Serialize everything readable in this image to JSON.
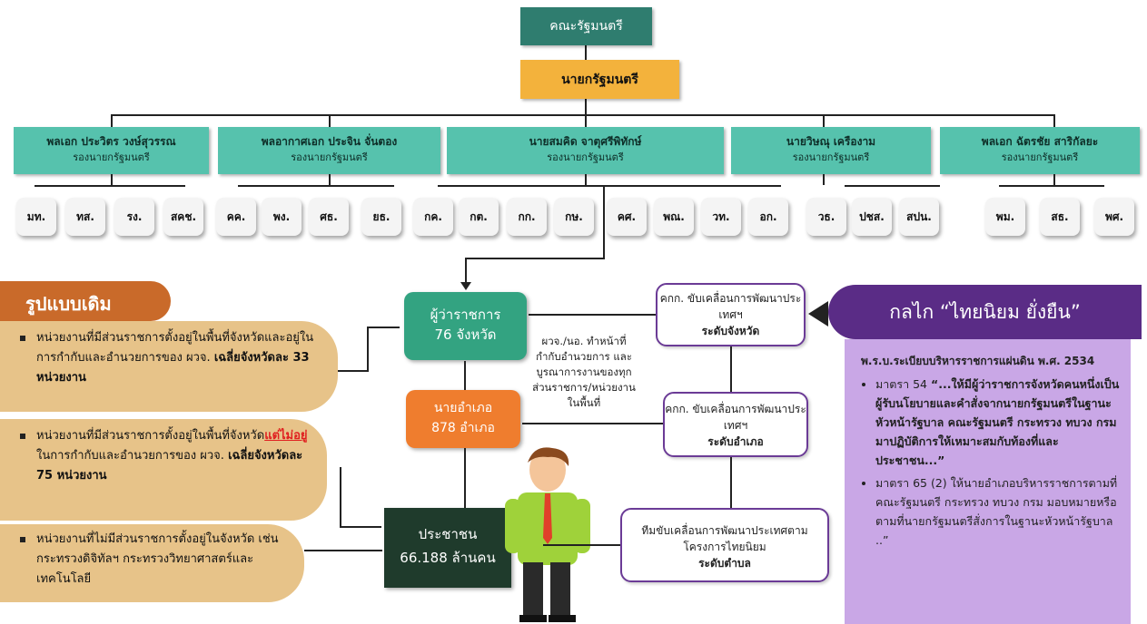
{
  "cabinet": "คณะรัฐมนตรี",
  "prime_minister": "นายกรัฐมนตรี",
  "deputies": [
    {
      "name": "พลเอก ประวิตร วงษ์สุวรรณ",
      "role": "รองนายกรัฐมนตรี"
    },
    {
      "name": "พลอากาศเอก ประจิน จั่นตอง",
      "role": "รองนายกรัฐมนตรี"
    },
    {
      "name": "นายสมคิด จาตุศรีพิทักษ์",
      "role": "รองนายกรัฐมนตรี"
    },
    {
      "name": "นายวิษณุ เครืองาม",
      "role": "รองนายกรัฐมนตรี"
    },
    {
      "name": "พลเอก ฉัตรชัย สาริกัลยะ",
      "role": "รองนายกรัฐมนตรี"
    }
  ],
  "ministries": [
    "มท.",
    "ทส.",
    "รง.",
    "สคช.",
    "คค.",
    "พง.",
    "ศธ.",
    "ยธ.",
    "กค.",
    "กต.",
    "กก.",
    "กษ.",
    "คศ.",
    "พณ.",
    "วท.",
    "อก.",
    "วธ.",
    "ปชส.",
    "สปน.",
    "พม.",
    "สธ.",
    "พศ."
  ],
  "old_model": {
    "title": "รูปแบบเดิม",
    "item1": "หน่วยงานที่มีส่วนราชการตั้งอยู่ในพื้นที่จังหวัดและอยู่ในการกำกับและอำนวยการของ ผวจ.",
    "item1_bold": "เฉลี่ยจังหวัดละ 33 หน่วยงาน",
    "item2_a": "หน่วยงานที่มีส่วนราชการตั้งอยู่ในพื้นที่จังหวัด",
    "item2_red": "แต่ไม่อยู่",
    "item2_b": "ในการกำกับและอำนวยการของ ผวจ.",
    "item2_bold": "เฉลี่ยจังหวัดละ 75 หน่วยงาน",
    "item3": "หน่วยงานที่ไม่มีส่วนราชการตั้งอยู่ในจังหวัด เช่น กระทรวงดิจิทัลฯ กระทรวงวิทยาศาสตร์และเทคโนโลยี"
  },
  "governor": {
    "line1": "ผู้ว่าราชการ",
    "line2": "76 จังหวัด"
  },
  "district": {
    "line1": "นายอำเภอ",
    "line2": "878 อำเภอ"
  },
  "people": {
    "line1": "ประชาชน",
    "line2": "66.188 ล้านคน"
  },
  "mid_text": "ผวจ./นอ. ทำหน้าที่กำกับอำนวยการ และบูรณาการงานของทุกส่วนราชการ/หน่วยงานในพื้นที่",
  "committees": [
    {
      "line": "คกก. ขับเคลื่อนการพัฒนาประเทศฯ",
      "level": "ระดับจังหวัด"
    },
    {
      "line": "คกก. ขับเคลื่อนการพัฒนาประเทศฯ",
      "level": "ระดับอำเภอ"
    },
    {
      "line": "ทีมขับเคลื่อนการพัฒนาประเทศตามโครงการไทยนิยม",
      "level": "ระดับตำบล"
    }
  ],
  "mechanism": {
    "title": "กลไก “ไทยนิยม ยั่งยืน”",
    "act": "พ.ร.บ.ระเบียบบริหารราชการแผ่นดิน พ.ศ. 2534",
    "s54_prefix": "มาตรา 54",
    "s54_text": "“...ให้มีผู้ว่าราชการจังหวัดคนหนึ่งเป็นผู้รับนโยบายและคำสั่งจากนายกรัฐมนตรีในฐานะหัวหน้ารัฐบาล คณะรัฐมนตรี กระทรวง ทบวง กรมมาปฏิบัติการให้เหมาะสมกับท้องที่และประชาชน...”",
    "s65": "มาตรา 65 (2) ให้นายอำเภอบริหารราชการตามที่คณะรัฐมนตรี กระทรวง ทบวง กรม มอบหมายหรือตามที่นายกรัฐมนตรีสั่งการในฐานะหัวหน้ารัฐบาล ..”"
  }
}
